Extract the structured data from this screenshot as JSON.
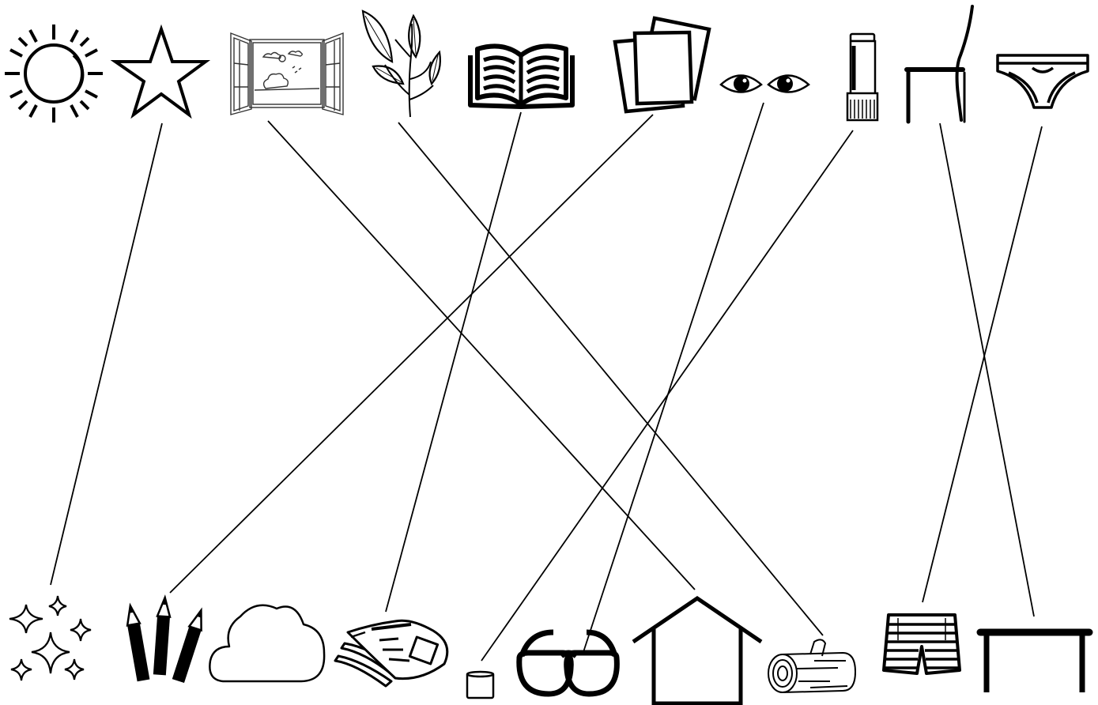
{
  "top_items": [
    {
      "id": "sun",
      "icon": "sun-icon"
    },
    {
      "id": "star",
      "icon": "star-icon"
    },
    {
      "id": "window",
      "icon": "window-icon"
    },
    {
      "id": "leaves",
      "icon": "leafy-branch-icon"
    },
    {
      "id": "book",
      "icon": "open-book-icon"
    },
    {
      "id": "papers",
      "icon": "paper-sheets-icon"
    },
    {
      "id": "eyes",
      "icon": "eyes-icon"
    },
    {
      "id": "glue",
      "icon": "glue-stick-icon"
    },
    {
      "id": "chair",
      "icon": "chair-icon"
    },
    {
      "id": "underwear",
      "icon": "underwear-icon"
    }
  ],
  "bottom_items": [
    {
      "id": "sparkles",
      "icon": "sparkles-icon"
    },
    {
      "id": "pencils",
      "icon": "pencils-icon"
    },
    {
      "id": "cloud",
      "icon": "cloud-icon"
    },
    {
      "id": "newspaper",
      "icon": "newspaper-icon"
    },
    {
      "id": "cap",
      "icon": "glue-cap-icon"
    },
    {
      "id": "glasses",
      "icon": "glasses-icon"
    },
    {
      "id": "house",
      "icon": "house-icon"
    },
    {
      "id": "log",
      "icon": "wood-log-icon"
    },
    {
      "id": "shorts",
      "icon": "shorts-icon"
    },
    {
      "id": "table",
      "icon": "table-icon"
    }
  ],
  "connections": [
    {
      "from": "star",
      "to": "sparkles"
    },
    {
      "from": "window",
      "to": "house"
    },
    {
      "from": "leaves",
      "to": "log"
    },
    {
      "from": "book",
      "to": "newspaper"
    },
    {
      "from": "papers",
      "to": "pencils"
    },
    {
      "from": "eyes",
      "to": "glasses"
    },
    {
      "from": "glue",
      "to": "cap"
    },
    {
      "from": "chair",
      "to": "table"
    },
    {
      "from": "underwear",
      "to": "shorts"
    }
  ],
  "colors": {
    "ink": "#000000",
    "background": "#ffffff"
  }
}
